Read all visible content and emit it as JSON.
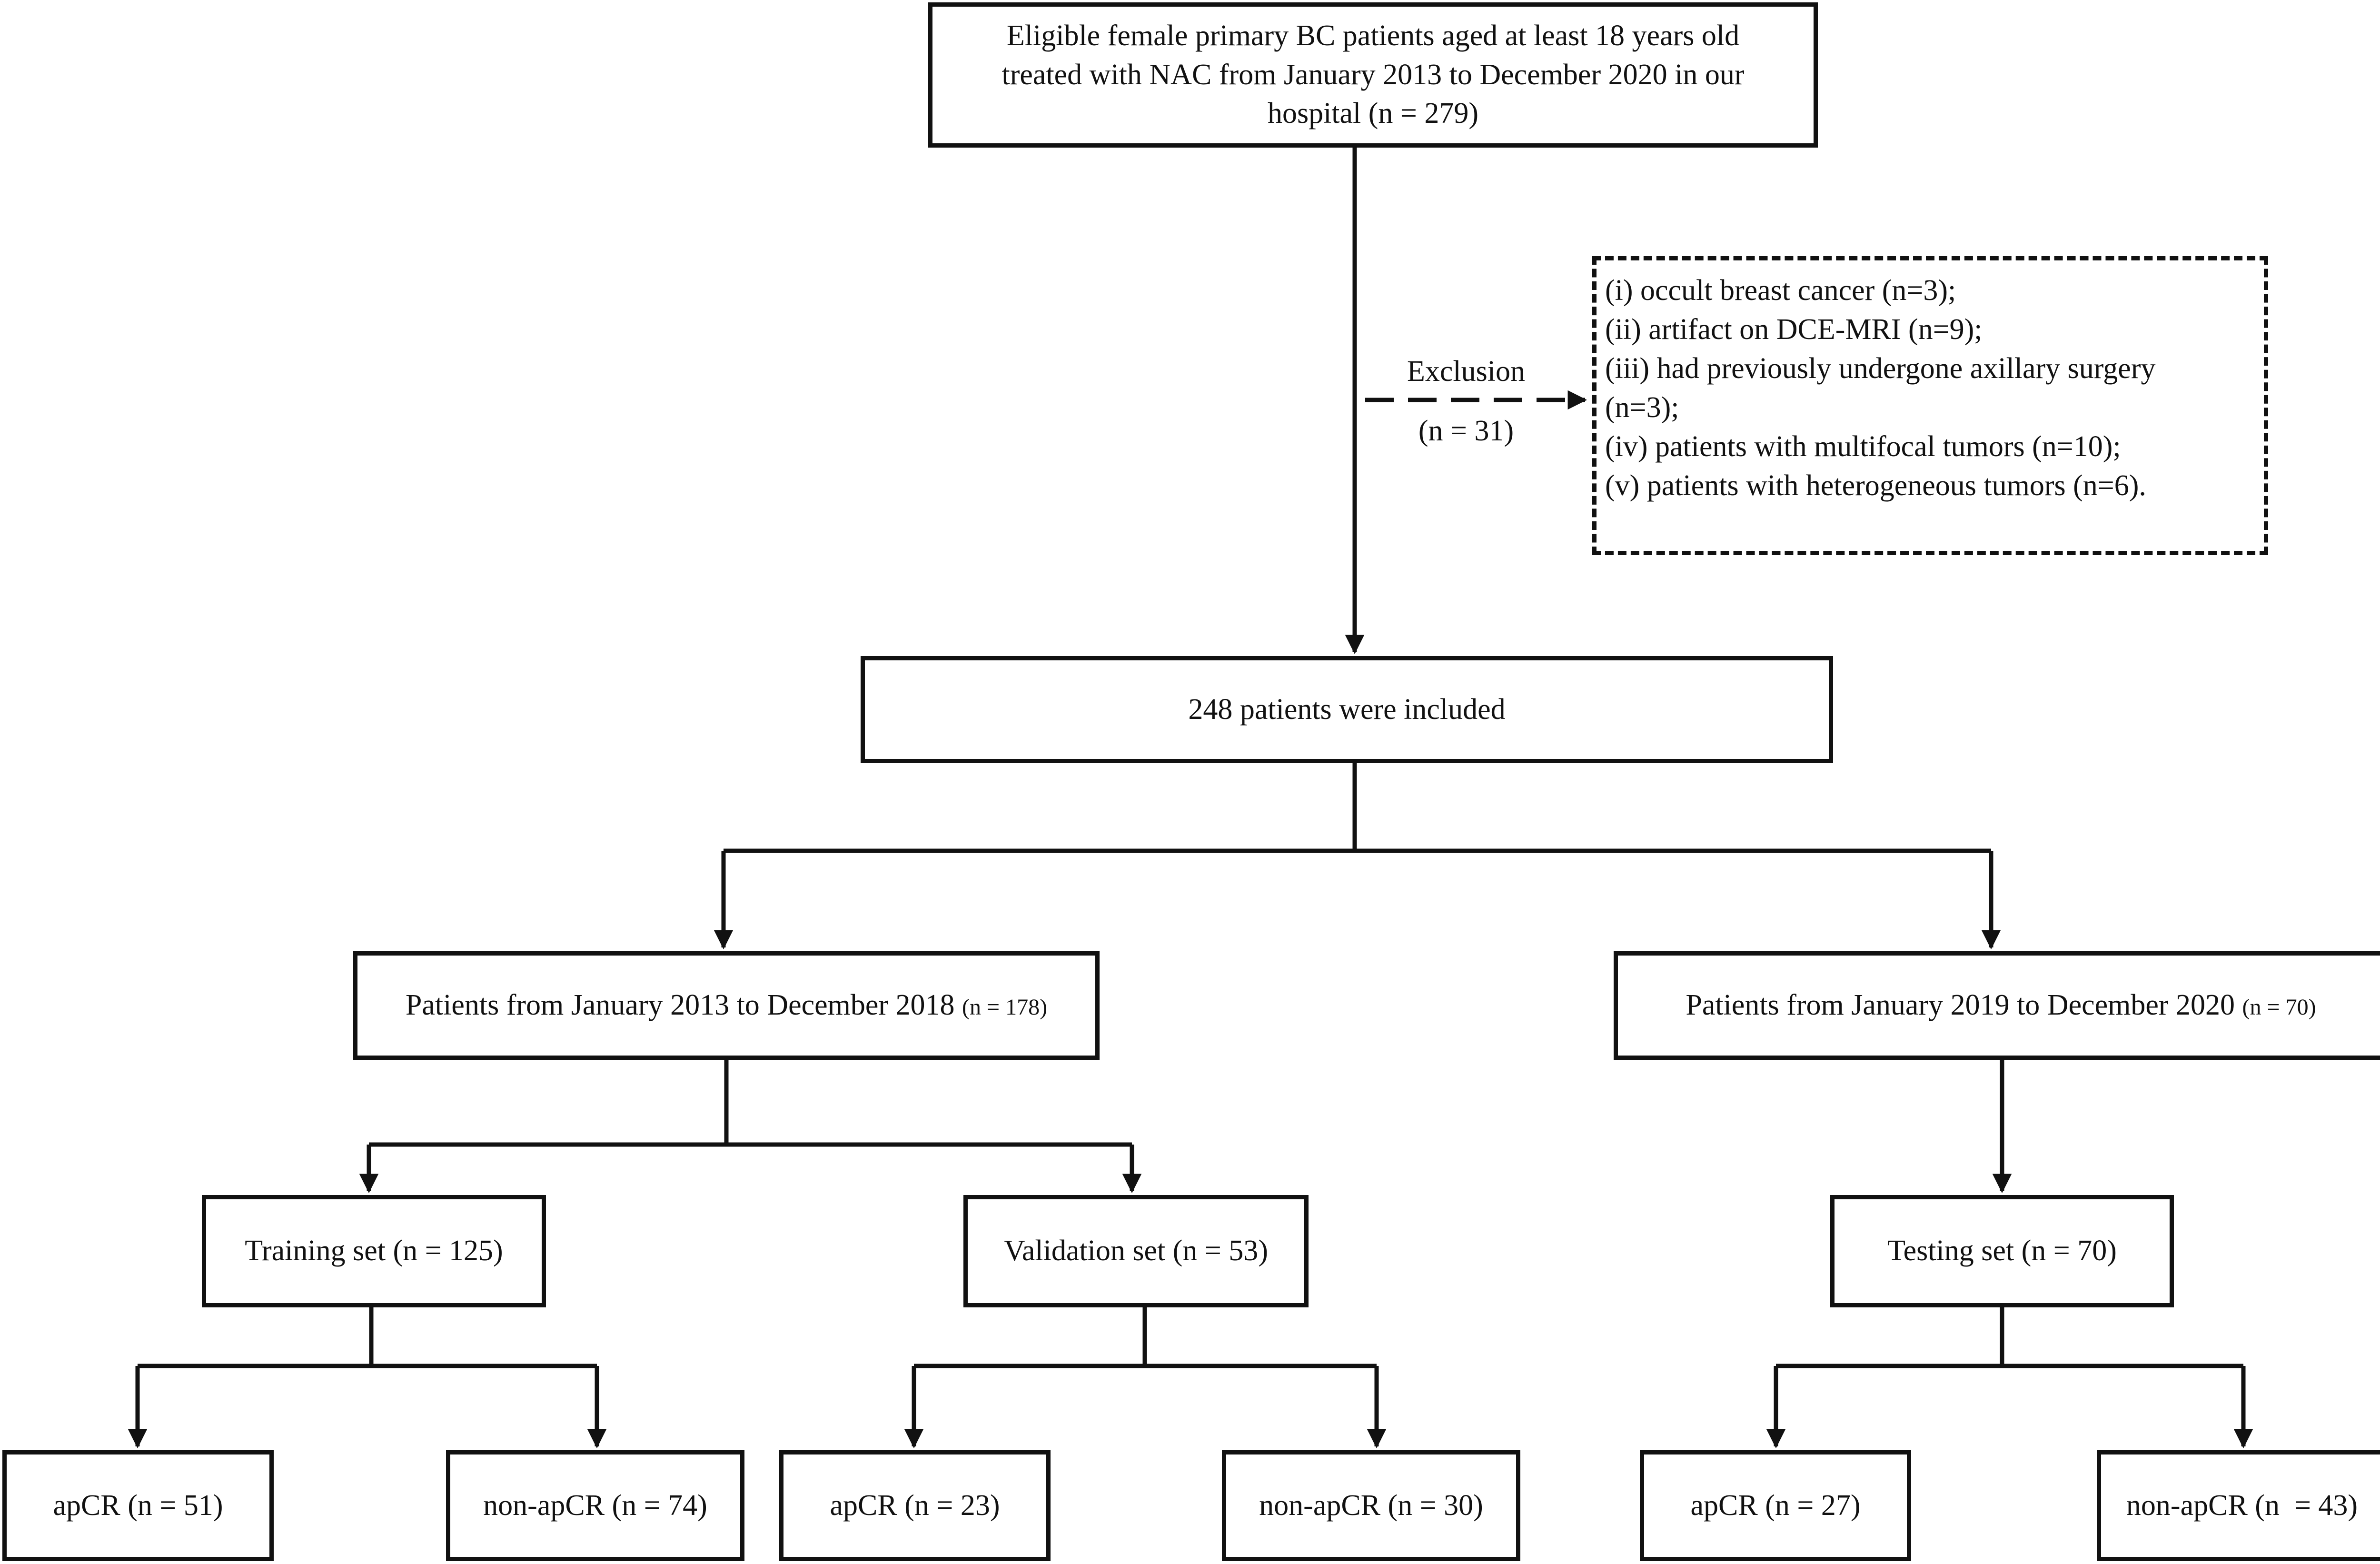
{
  "nodes": {
    "eligible": {
      "line1": "Eligible female primary BC patients aged at least 18 years old",
      "line2": "treated with NAC from January 2013 to December 2020 in our",
      "line3": "hospital (n = 279)"
    },
    "exclusion_label": "Exclusion",
    "exclusion_count": "(n = 31)",
    "exclusion_criteria": [
      "(i) occult breast cancer (n=3);",
      "(ii) artifact on DCE-MRI (n=9);",
      "(iii) had previously undergone axillary surgery",
      "(n=3);",
      "(iv) patients with multifocal tumors (n=10);",
      "(v) patients with heterogeneous tumors (n=6)."
    ],
    "included": "248 patients were included",
    "period1": {
      "text": "Patients from January 2013 to December 2018",
      "count": "(n = 178)"
    },
    "period2": {
      "text": "Patients from January 2019 to December 2020",
      "count": "(n = 70)"
    },
    "training": "Training set (n = 125)",
    "validation": "Validation set (n = 53)",
    "testing": "Testing set (n = 70)",
    "train_apcr": "apCR (n = 51)",
    "train_nonapcr": "non-apCR (n = 74)",
    "val_apcr": "apCR (n = 23)",
    "val_nonapcr": "non-apCR (n = 30)",
    "test_apcr": "apCR (n = 27)",
    "test_nonapcr": "non-apCR (n  = 43)"
  }
}
